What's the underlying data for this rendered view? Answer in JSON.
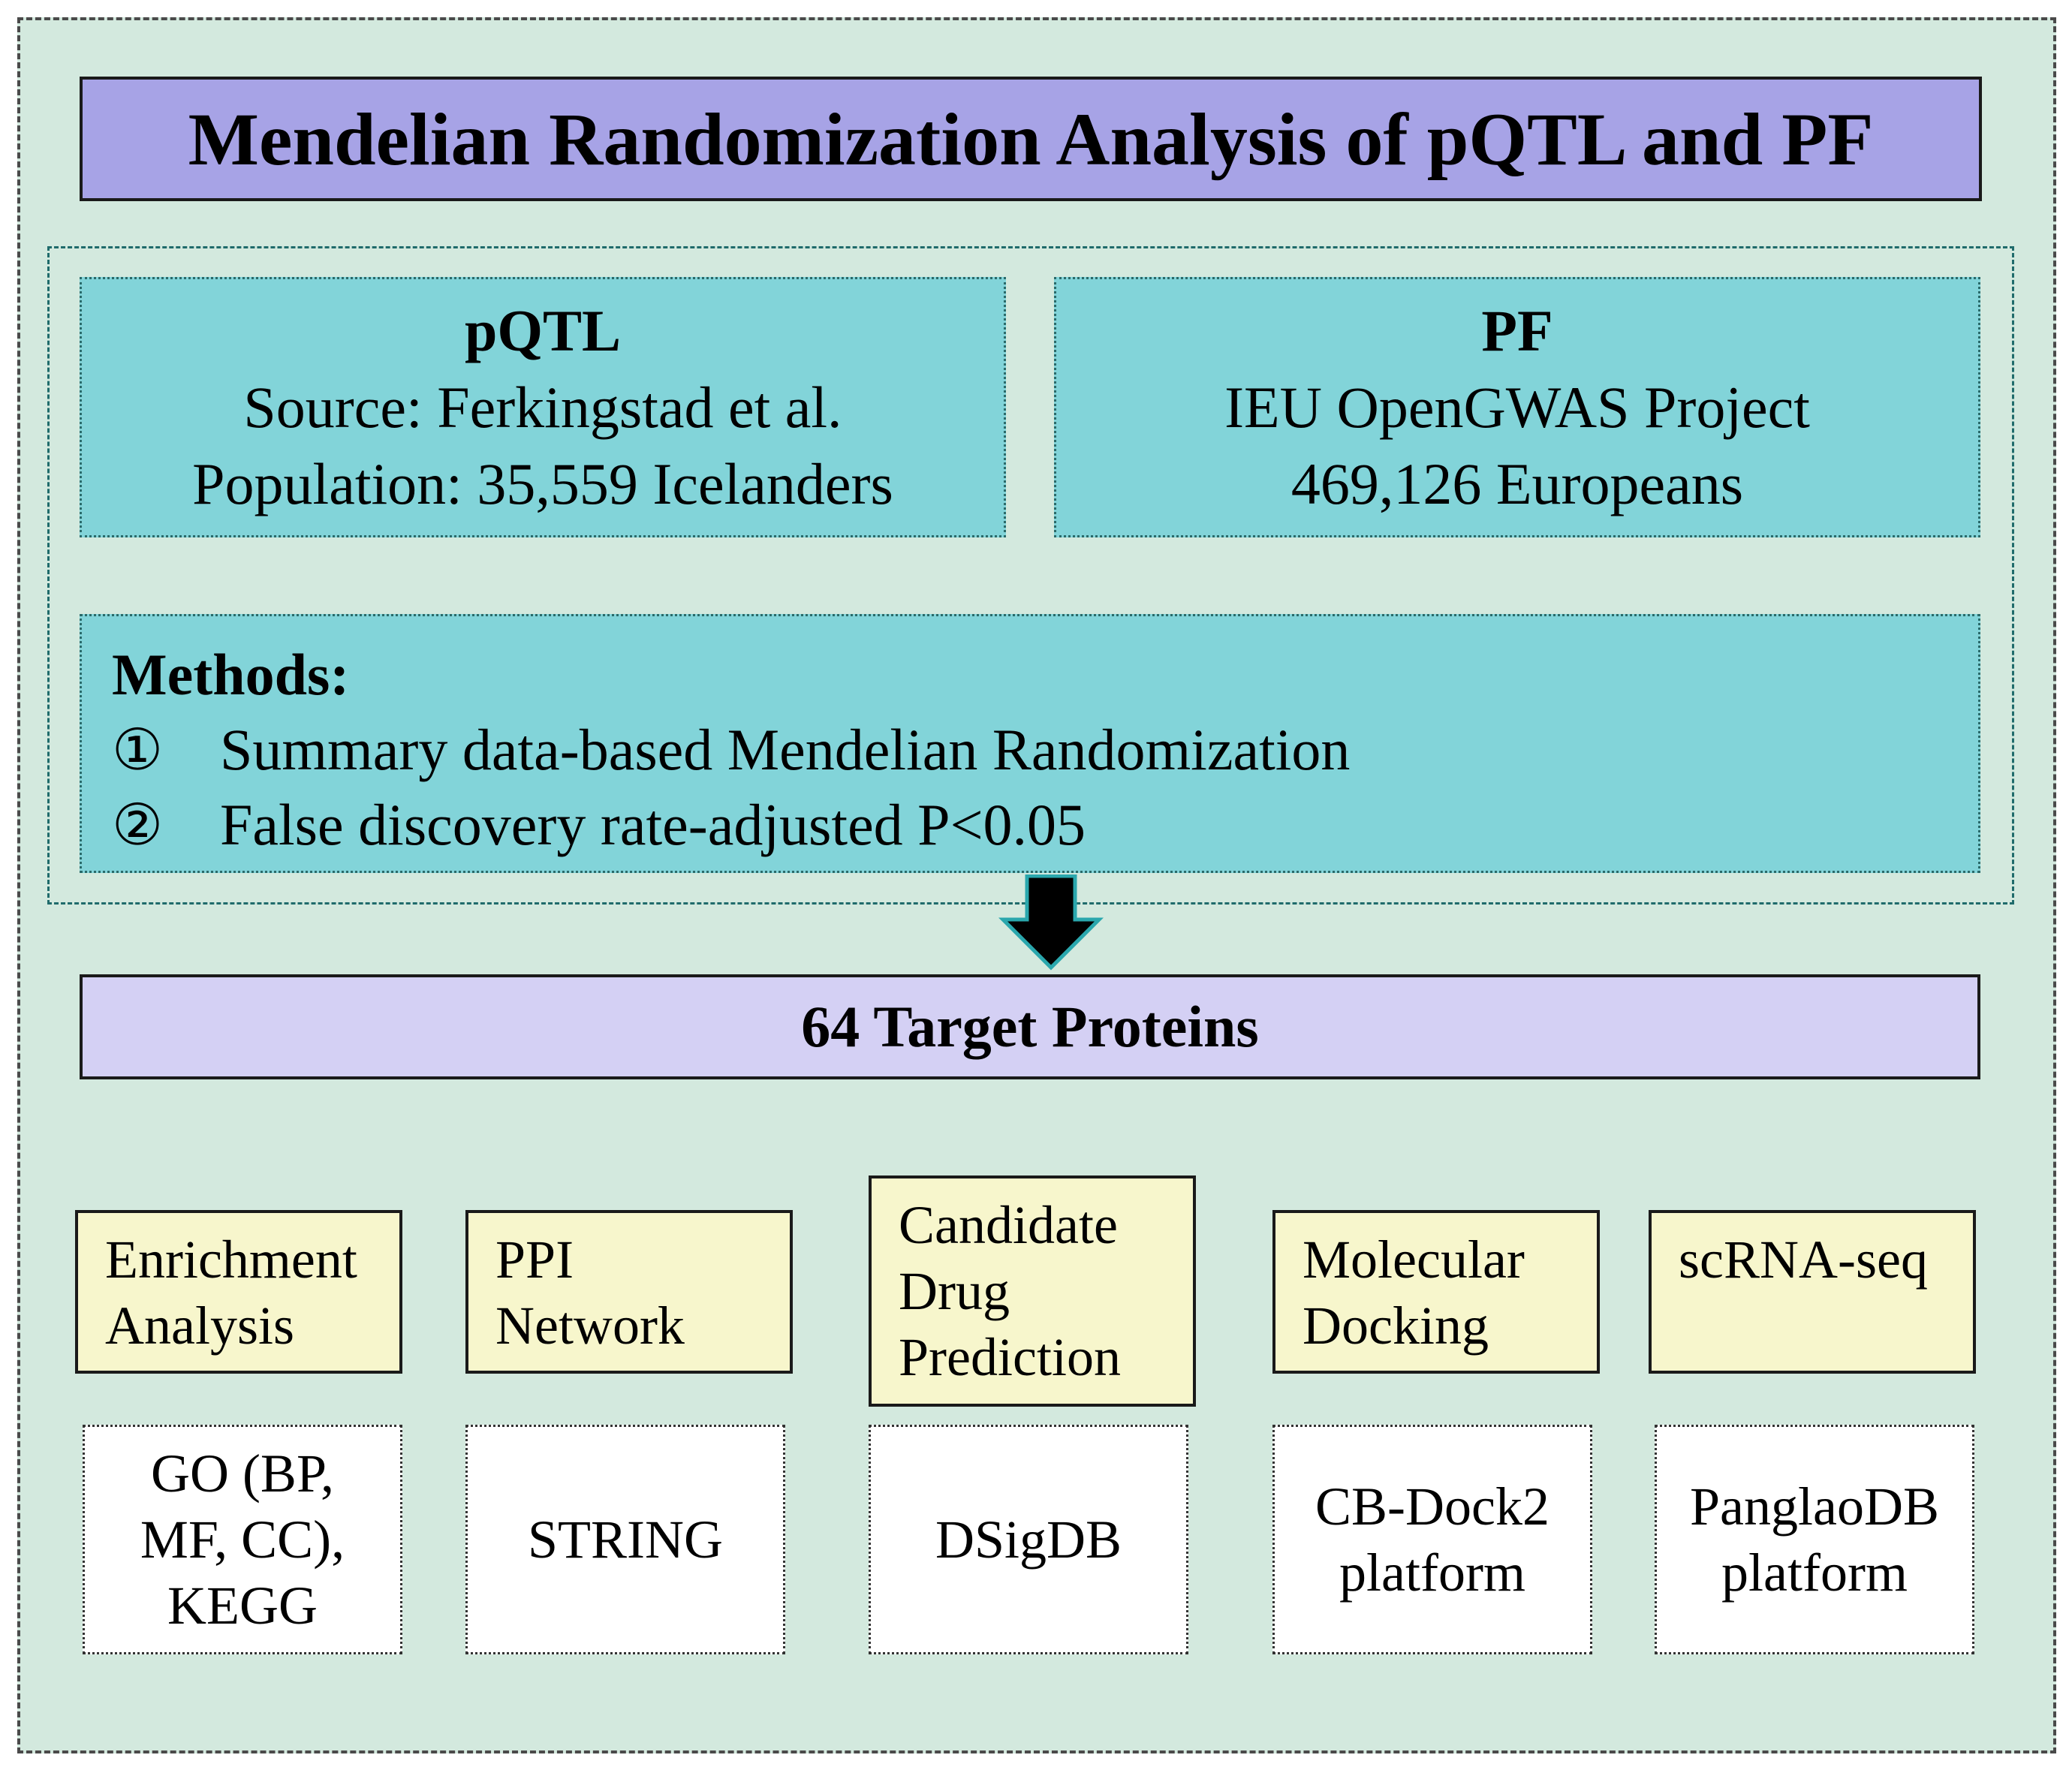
{
  "title": "Mendelian Randomization Analysis of pQTL and PF",
  "pqtl": {
    "heading": "pQTL",
    "source": "Source: Ferkingstad et al.",
    "population": "Population: 35,559 Icelanders"
  },
  "pf": {
    "heading": "PF",
    "source": "IEU OpenGWAS Project",
    "population": "469,126 Europeans"
  },
  "methods": {
    "heading": "Methods:",
    "items": [
      {
        "marker": "①",
        "text": "Summary data-based Mendelian Randomization"
      },
      {
        "marker": "②",
        "text": "False discovery rate-adjusted P<0.05"
      }
    ]
  },
  "target": "64 Target Proteins",
  "analyses": [
    {
      "label": [
        "Enrichment",
        "Analysis"
      ],
      "tool": [
        "GO (BP,",
        "MF, CC),",
        "KEGG"
      ]
    },
    {
      "label": [
        "PPI",
        "Network"
      ],
      "tool": [
        "STRING"
      ]
    },
    {
      "label": [
        "Candidate",
        "Drug",
        "Prediction"
      ],
      "tool": [
        "DSigDB"
      ]
    },
    {
      "label": [
        "Molecular",
        "Docking"
      ],
      "tool": [
        "CB-Dock2",
        "platform"
      ]
    },
    {
      "label": [
        "scRNA-seq"
      ],
      "tool": [
        "PanglaoDB",
        "platform"
      ]
    }
  ],
  "colors": {
    "background": "#d3e9de",
    "title_fill": "#a7a3e6",
    "teal_fill": "#82d4d9",
    "target_fill": "#d4d0f4",
    "analysis_fill": "#f7f6cc",
    "tool_fill": "#ffffff"
  }
}
